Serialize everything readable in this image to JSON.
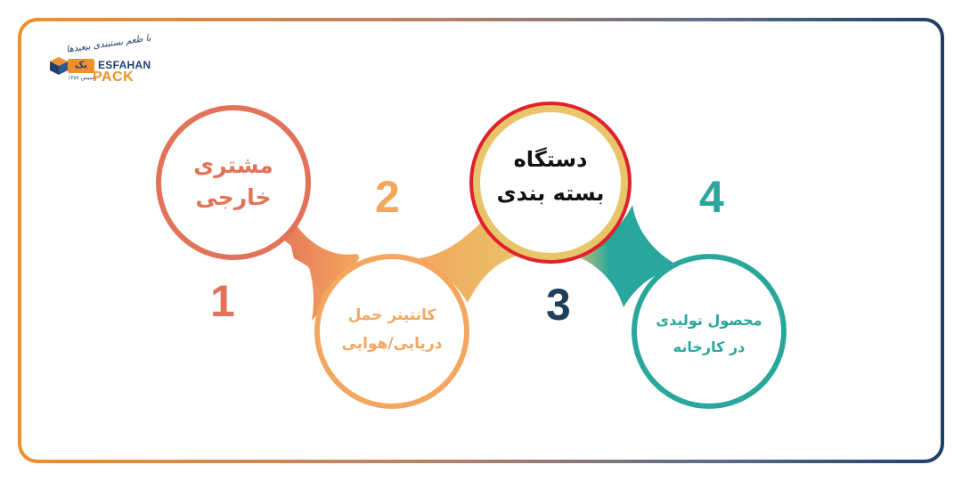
{
  "brand": {
    "script_text": "با طعم بستبندی بیعیدها",
    "tag": "پک",
    "tagline": "تأسیس ۱۳۸۷",
    "name_line1": "ESFAHAN",
    "name_line2": "PACK"
  },
  "steps": [
    {
      "number": "1",
      "label_line1": "مشتری",
      "label_line2": "خارجی",
      "color": "#e27258"
    },
    {
      "number": "2",
      "label_line1": "کانتینر حمل",
      "label_line2": "دریایی/هوایی",
      "color": "#f4a65f"
    },
    {
      "number": "3",
      "label_line1": "دستگاه",
      "label_line2": "بسته بندی",
      "color": "#e8c46a",
      "number_color": "#1f3f58",
      "highlight_color": "#e0202a"
    },
    {
      "number": "4",
      "label_line1": "محصول تولیدی",
      "label_line2": "در کارخانه",
      "color": "#2aa79c"
    }
  ]
}
